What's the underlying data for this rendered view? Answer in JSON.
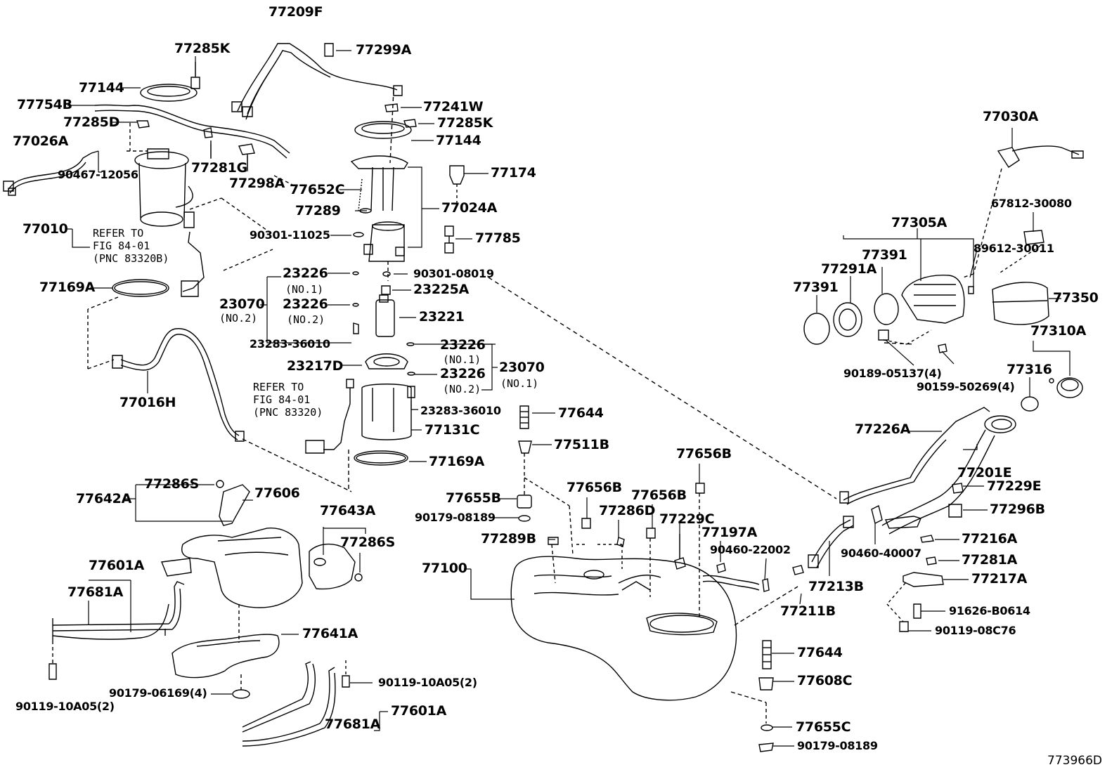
{
  "figure_id": "773966D",
  "callouts": [
    {
      "id": "c1",
      "text": "77209F"
    },
    {
      "id": "c2",
      "text": "77299A"
    },
    {
      "id": "c3",
      "text": "77285K"
    },
    {
      "id": "c4",
      "text": "77144"
    },
    {
      "id": "c5",
      "text": "77754B"
    },
    {
      "id": "c6",
      "text": "77285D"
    },
    {
      "id": "c7",
      "text": "77026A"
    },
    {
      "id": "c8",
      "text": "90467-12056"
    },
    {
      "id": "c9",
      "text": "77281G"
    },
    {
      "id": "c10",
      "text": "77298A"
    },
    {
      "id": "c11",
      "text": "77010"
    },
    {
      "id": "c12",
      "text": "77169A"
    },
    {
      "id": "c13",
      "text": "77016H"
    },
    {
      "id": "c14",
      "text": "77241W"
    },
    {
      "id": "c15",
      "text": "77285K"
    },
    {
      "id": "c16",
      "text": "77144"
    },
    {
      "id": "c17",
      "text": "77174"
    },
    {
      "id": "c18",
      "text": "77652C"
    },
    {
      "id": "c19",
      "text": "77289"
    },
    {
      "id": "c20",
      "text": "77024A"
    },
    {
      "id": "c21",
      "text": "90301-11025"
    },
    {
      "id": "c22",
      "text": "77785"
    },
    {
      "id": "c23",
      "text": "23226"
    },
    {
      "id": "c24",
      "text": "90301-08019"
    },
    {
      "id": "c25",
      "text": "23225A"
    },
    {
      "id": "c26",
      "text": "23070"
    },
    {
      "id": "c27",
      "text": "23226"
    },
    {
      "id": "c28",
      "text": "23221"
    },
    {
      "id": "c29",
      "text": "23283-36010"
    },
    {
      "id": "c30",
      "text": "23226"
    },
    {
      "id": "c31",
      "text": "23217D"
    },
    {
      "id": "c32",
      "text": "23226"
    },
    {
      "id": "c33",
      "text": "23070"
    },
    {
      "id": "c34",
      "text": "23283-36010"
    },
    {
      "id": "c35",
      "text": "77644"
    },
    {
      "id": "c36",
      "text": "77131C"
    },
    {
      "id": "c37",
      "text": "77511B"
    },
    {
      "id": "c38",
      "text": "77169A"
    },
    {
      "id": "c39",
      "text": "77642A"
    },
    {
      "id": "c40",
      "text": "77286S"
    },
    {
      "id": "c41",
      "text": "77606"
    },
    {
      "id": "c42",
      "text": "77643A"
    },
    {
      "id": "c43",
      "text": "77286S"
    },
    {
      "id": "c44",
      "text": "77601A"
    },
    {
      "id": "c45",
      "text": "77681A"
    },
    {
      "id": "c46",
      "text": "77641A"
    },
    {
      "id": "c47",
      "text": "90179-06169(4)"
    },
    {
      "id": "c48",
      "text": "90119-10A05(2)"
    },
    {
      "id": "c49",
      "text": "90119-10A05(2)"
    },
    {
      "id": "c50",
      "text": "77601A"
    },
    {
      "id": "c51",
      "text": "77681A"
    },
    {
      "id": "c52",
      "text": "77655B"
    },
    {
      "id": "c53",
      "text": "90179-08189"
    },
    {
      "id": "c54",
      "text": "77656B"
    },
    {
      "id": "c55",
      "text": "77656B"
    },
    {
      "id": "c56",
      "text": "77656B"
    },
    {
      "id": "c57",
      "text": "77286D"
    },
    {
      "id": "c58",
      "text": "77229C"
    },
    {
      "id": "c59",
      "text": "77197A"
    },
    {
      "id": "c60",
      "text": "77289B"
    },
    {
      "id": "c61",
      "text": "90460-22002"
    },
    {
      "id": "c62",
      "text": "77100"
    },
    {
      "id": "c63",
      "text": "77211B"
    },
    {
      "id": "c64",
      "text": "77213B"
    },
    {
      "id": "c65",
      "text": "90460-40007"
    },
    {
      "id": "c66",
      "text": "77644"
    },
    {
      "id": "c67",
      "text": "77608C"
    },
    {
      "id": "c68",
      "text": "77655C"
    },
    {
      "id": "c69",
      "text": "90179-08189"
    },
    {
      "id": "c70",
      "text": "77030A"
    },
    {
      "id": "c71",
      "text": "67812-30080"
    },
    {
      "id": "c72",
      "text": "77305A"
    },
    {
      "id": "c73",
      "text": "89612-30011"
    },
    {
      "id": "c74",
      "text": "77391"
    },
    {
      "id": "c75",
      "text": "77291A"
    },
    {
      "id": "c76",
      "text": "77391"
    },
    {
      "id": "c77",
      "text": "77350"
    },
    {
      "id": "c78",
      "text": "77310A"
    },
    {
      "id": "c79",
      "text": "90189-05137(4)"
    },
    {
      "id": "c80",
      "text": "90159-50269(4)"
    },
    {
      "id": "c81",
      "text": "77316"
    },
    {
      "id": "c82",
      "text": "77226A"
    },
    {
      "id": "c83",
      "text": "77201E"
    },
    {
      "id": "c84",
      "text": "77229E"
    },
    {
      "id": "c85",
      "text": "77296B"
    },
    {
      "id": "c86",
      "text": "77216A"
    },
    {
      "id": "c87",
      "text": "77281A"
    },
    {
      "id": "c88",
      "text": "77217A"
    },
    {
      "id": "c89",
      "text": "91626-B0614"
    },
    {
      "id": "c90",
      "text": "90119-08C76"
    }
  ],
  "notes": {
    "n1": [
      "REFER TO",
      "FIG 84-01",
      "(PNC 83320B)"
    ],
    "n2": [
      "REFER TO",
      "FIG 84-01",
      "(PNC 83320)"
    ],
    "no1a": "(NO.1)",
    "no2a": "(NO.2)",
    "no2b": "(NO.2)",
    "no1b": "(NO.1)",
    "no2c": "(NO.2)",
    "no1c": "(NO.1)"
  }
}
